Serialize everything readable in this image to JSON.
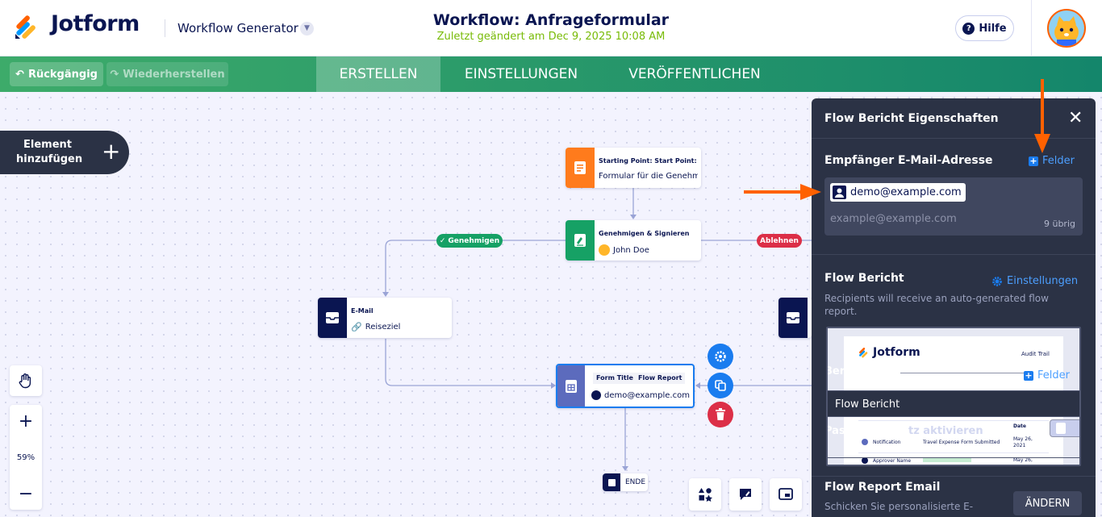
{
  "header": {
    "logo_text": "Jotform",
    "app_switcher": "Workflow Generator",
    "title": "Workflow: Anfrageformular",
    "subtitle": "Zuletzt geändert am Dec 9, 2025 10:08 AM",
    "help_label": "Hilfe"
  },
  "toolbar": {
    "undo_label": "Rückgängig",
    "redo_label": "Wiederherstellen"
  },
  "tabs": [
    {
      "label": "ERSTELLEN",
      "active": true
    },
    {
      "label": "EINSTELLUNGEN",
      "active": false
    },
    {
      "label": "VERÖFFENTLICHEN",
      "active": false
    }
  ],
  "canvas": {
    "add_element_label": "Element hinzufügen",
    "zoom": "59%",
    "nodes": {
      "start": {
        "title": "Starting Point: Start Point: Fi...",
        "subtitle": "Formular für die Genehmi..."
      },
      "approve": {
        "title": "Genehmigen & Signieren",
        "subtitle": "John Doe"
      },
      "email": {
        "title": "E-Mail",
        "subtitle": "Reiseziel"
      },
      "report": {
        "tag1": "Form Title",
        "tag2": "Flow Report",
        "subtitle": "demo@example.com"
      },
      "end": {
        "label": "ENDE"
      }
    },
    "branches": {
      "approve_label": "Genehmigen",
      "reject_label": "Ablehnen"
    }
  },
  "panel": {
    "title": "Flow Bericht Eigenschaften",
    "recipient_title": "Empfänger E-Mail-Adresse",
    "fields_link": "Felder",
    "recipient_chip": "demo@example.com",
    "recipient_placeholder": "example@example.com",
    "remaining": "9 übrig",
    "flow_report_title": "Flow Bericht",
    "settings_link": "Einstellungen",
    "flow_report_desc": "Recipients will receive an auto-generated flow report.",
    "preview": {
      "logo_text": "Jotform",
      "audit_trail": "Audit Trail",
      "history_title": "FLOW ACTIVITY HISTORY",
      "date_col": "Date",
      "rows": [
        {
          "name": "Notification",
          "desc": "Travel Expense Form Submitted",
          "date": "May 26, 2021"
        },
        {
          "name": "Approver Name",
          "desc": "",
          "date": "May 26,"
        }
      ]
    },
    "overlay_fields_link": "Felder",
    "overlay_ghost_1": "Bere",
    "overlay_ghost_2": "Pas",
    "overlay_ghost_3": "tz aktivieren",
    "dropdown_option": "Flow Bericht",
    "email_title": "Flow Report Email",
    "email_desc": "Schicken Sie personalisierte E-",
    "change_label": "ÄNDERN"
  },
  "colors": {
    "brand_navy": "#0a1551",
    "nav_green_start": "#3dab6a",
    "nav_green_end": "#14866b",
    "approve_green": "#16a165",
    "reject_red": "#dc2f47",
    "start_orange": "#ff7b1c",
    "node_indigo": "#5c6bbd",
    "action_blue": "#1a7cef",
    "annotation_arrow": "#ff6100"
  }
}
